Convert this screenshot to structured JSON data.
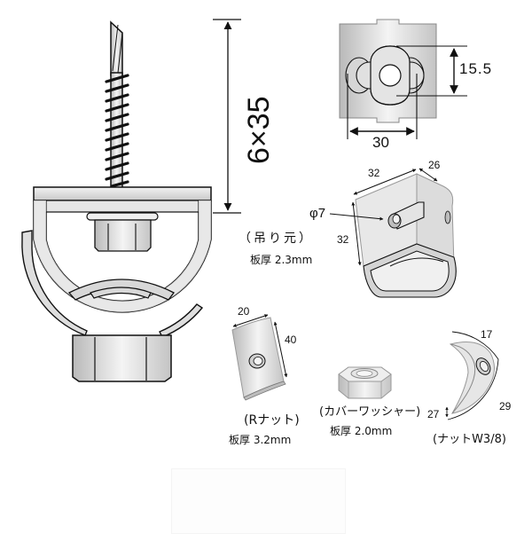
{
  "figure": {
    "description": "Ceiling suspension fitting parts drawing",
    "colors": {
      "line": "#111111",
      "metal_light": "#eeeeee",
      "metal_mid": "#cfcfcf",
      "metal_dark": "#a8a8a8",
      "background": "#ffffff"
    }
  },
  "screw": {
    "dimension_label": "6×35"
  },
  "top_plate": {
    "height_label": "15.5",
    "width_label": "30"
  },
  "hanger": {
    "width_label": "32",
    "depth_label": "26",
    "height_label": "32",
    "hole_label": "φ7",
    "caption": "（吊り元）",
    "thickness": "板厚 2.3mm"
  },
  "r_nut": {
    "width_label": "20",
    "height_label": "40",
    "caption": "(Rナット)",
    "thickness": "板厚 3.2mm"
  },
  "cover_washer": {
    "caption": "(カバーワッシャー)",
    "thickness": "板厚 2.0mm"
  },
  "nut_w": {
    "top_label": "17",
    "side_label": "29",
    "bottom_label": "27",
    "caption": "(ナットW3/8)"
  }
}
